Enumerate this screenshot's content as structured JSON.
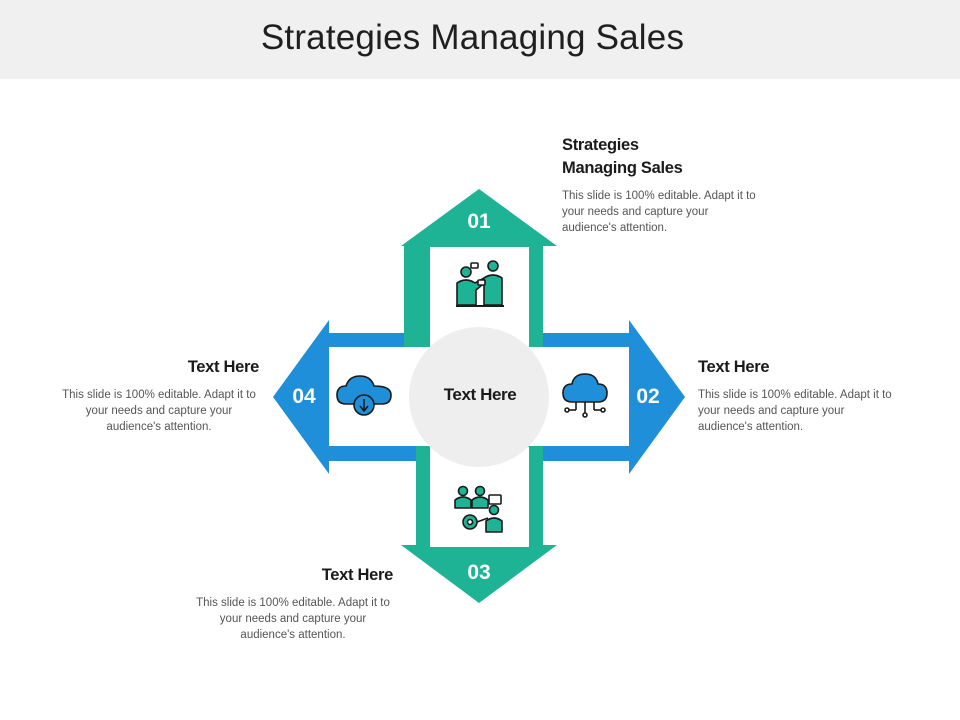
{
  "slide": {
    "title": "Strategies Managing Sales"
  },
  "diagram": {
    "center_label": "Text Here",
    "colors": {
      "green": "#1db394",
      "blue": "#1e8fd8",
      "center_circle": "#eeeeee",
      "icon_outline": "#1a1a1a"
    },
    "steps": [
      {
        "number": "01",
        "heading": "Strategies\nManaging Sales",
        "heading_line1": "Strategies",
        "heading_line2": "Managing Sales",
        "description": "This slide is 100% editable. Adapt it to your needs and capture your audience's attention.",
        "icon": "two-people-discussion-icon",
        "arrow_direction": "up",
        "color": "green"
      },
      {
        "number": "02",
        "heading": "Text Here",
        "description": "This slide is 100% editable. Adapt it to your needs and capture your audience's attention.",
        "icon": "cloud-network-icon",
        "arrow_direction": "right",
        "color": "blue"
      },
      {
        "number": "03",
        "heading": "Text Here",
        "description": "This slide is 100% editable. Adapt it to your needs and capture your audience's attention.",
        "icon": "team-settings-icon",
        "arrow_direction": "down",
        "color": "green"
      },
      {
        "number": "04",
        "heading": "Text Here",
        "description": "This slide is 100% editable. Adapt it to your needs and capture your audience's attention.",
        "icon": "cloud-download-icon",
        "arrow_direction": "left",
        "color": "blue"
      }
    ]
  }
}
